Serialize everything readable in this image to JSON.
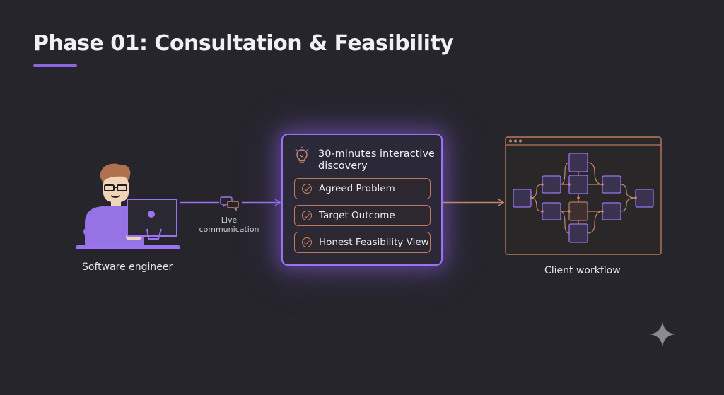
{
  "page": {
    "title": "Phase 01: Consultation & Feasibility"
  },
  "engineer": {
    "label": "Software engineer"
  },
  "connector": {
    "label_line1": "Live",
    "label_line2": "communication"
  },
  "discovery_card": {
    "title_line1": "30-minutes interactive",
    "title_line2": "discovery",
    "items": [
      {
        "label": "Agreed Problem"
      },
      {
        "label": "Target Outcome"
      },
      {
        "label": "Honest Feasibility View"
      }
    ]
  },
  "workflow": {
    "label": "Client workflow"
  },
  "colors": {
    "accent_purple": "#9b72ef",
    "accent_copper": "#c4866a",
    "background": "#25252b"
  }
}
